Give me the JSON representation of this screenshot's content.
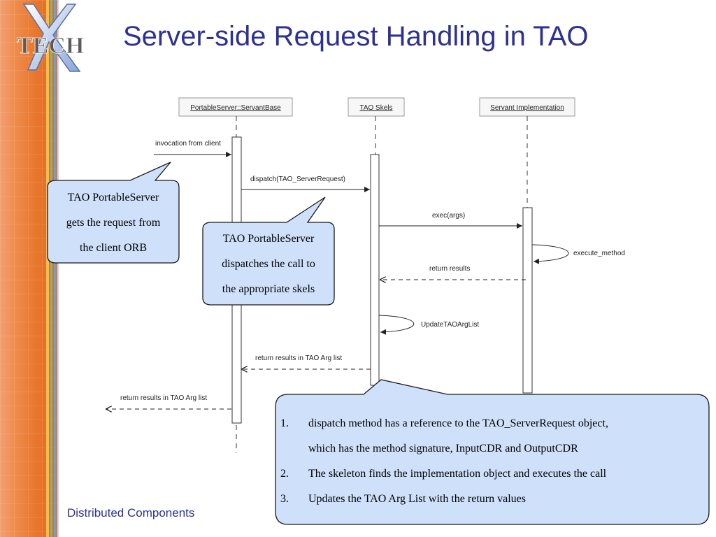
{
  "slide": {
    "title": "Server-side Request Handling in TAO",
    "footer": "Distributed Components"
  },
  "logo": {
    "text": "TECH"
  },
  "lifelines": [
    {
      "label": "PortableServer::ServantBase"
    },
    {
      "label": "TAO Skels"
    },
    {
      "label": "Servant Implementation"
    }
  ],
  "messages": [
    {
      "label": "invocation from client",
      "kind": "call"
    },
    {
      "label": "dispatch(TAO_ServerRequest)",
      "kind": "call"
    },
    {
      "label": "exec(args)",
      "kind": "call"
    },
    {
      "label": "execute_method",
      "kind": "self"
    },
    {
      "label": "return results",
      "kind": "return"
    },
    {
      "label": "UpdateTAOArgList",
      "kind": "self"
    },
    {
      "label": "return results in TAO Arg list",
      "kind": "return"
    },
    {
      "label": "return results in TAO Arg list",
      "kind": "return"
    }
  ],
  "callouts": [
    {
      "lines": [
        "TAO PortableServer",
        "gets the request from",
        "the client ORB"
      ]
    },
    {
      "lines": [
        "TAO PortableServer",
        "dispatches the call to",
        "the appropriate skels"
      ]
    }
  ],
  "notes": [
    {
      "num": "1.",
      "lines": [
        "dispatch method has a reference to the TAO_ServerRequest object,",
        "which has the method signature, InputCDR and OutputCDR"
      ]
    },
    {
      "num": "2.",
      "lines": [
        "The skeleton finds the implementation object and executes the call"
      ]
    },
    {
      "num": "3.",
      "lines": [
        "Updates the TAO Arg List with the return values"
      ]
    }
  ],
  "colors": {
    "title": "#2e3192",
    "callout_fill": "#cfe0fb",
    "callout_border": "#1a1a1a",
    "sidebar": "#e8782e"
  }
}
